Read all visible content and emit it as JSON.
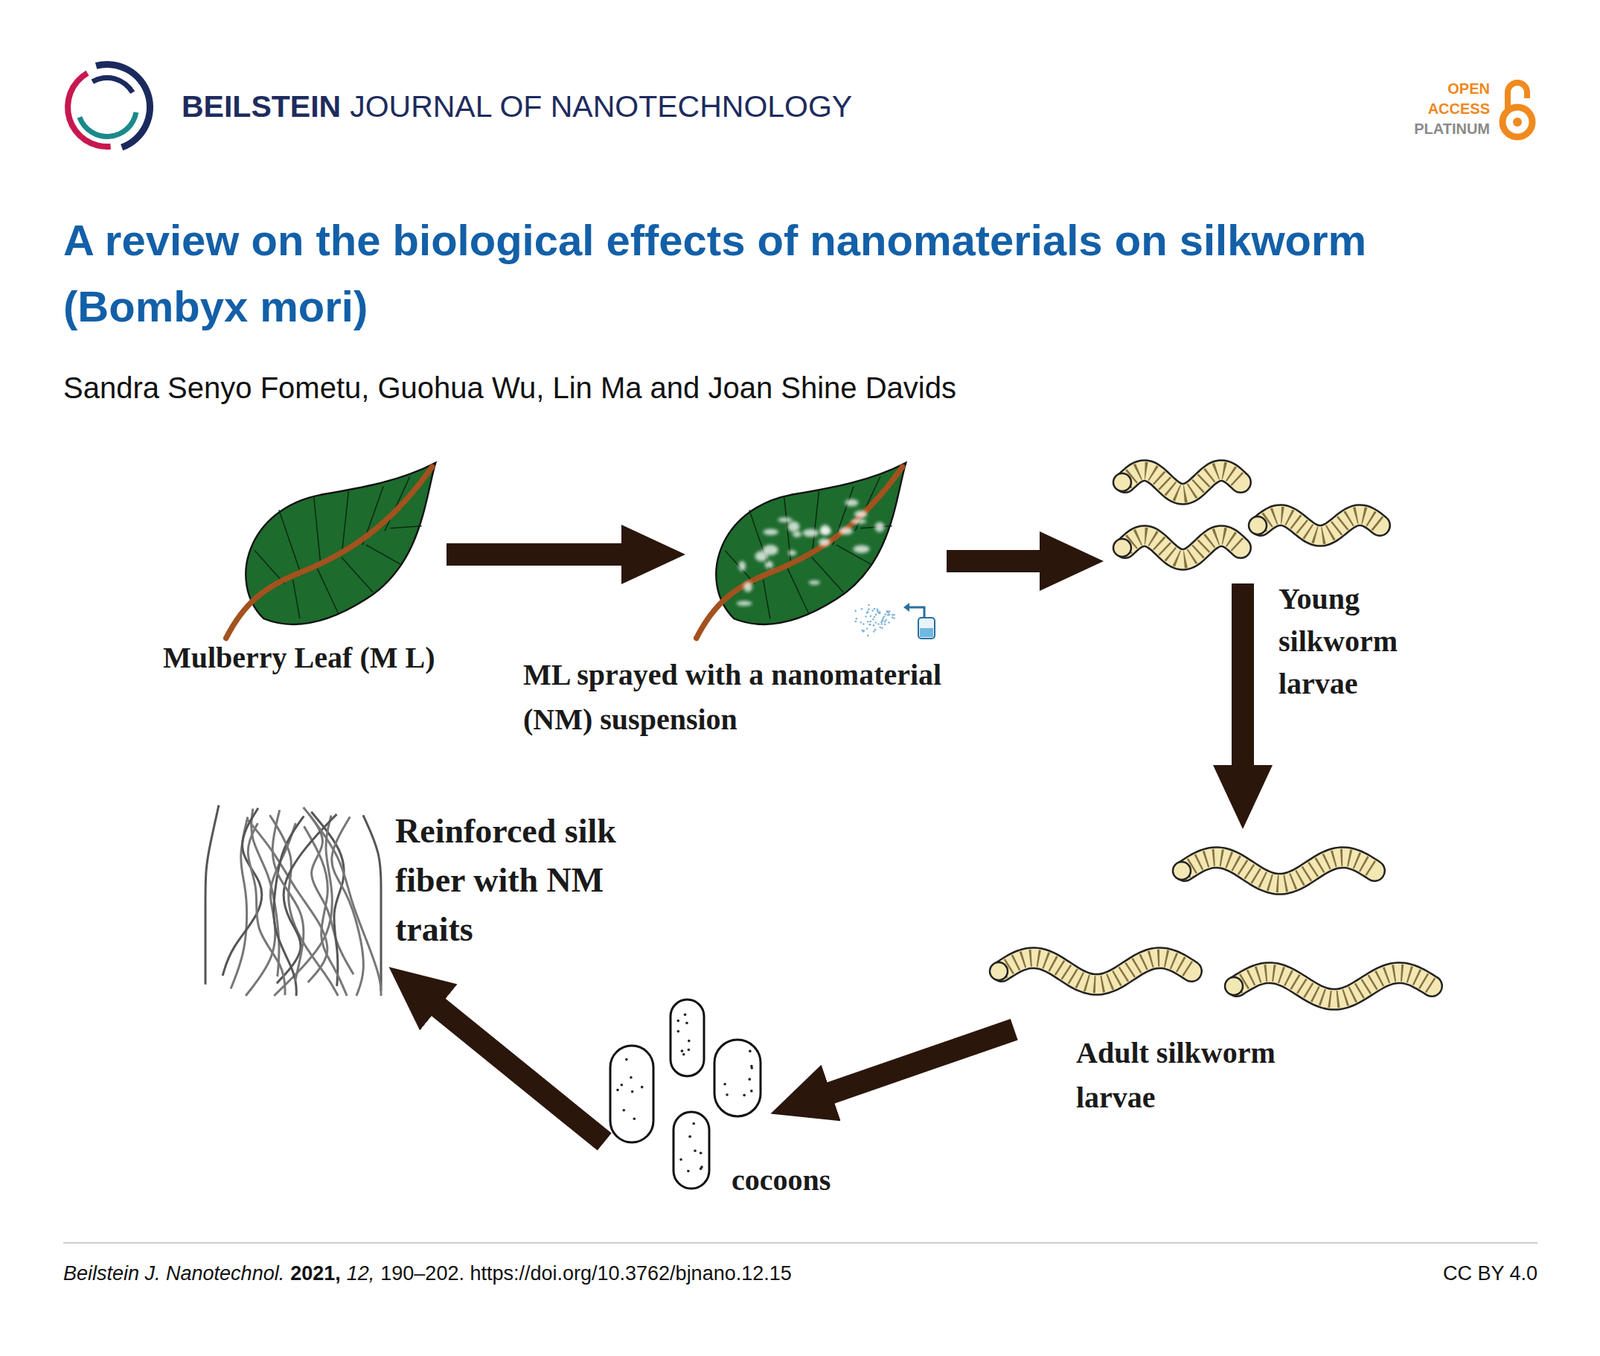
{
  "diagram": {
    "title": "A review on the biological effects of nanomaterials on silkworm (Bombyx mori)",
    "nodes": [
      {
        "text": [
          "Mulberry Leaf (M L)"
        ]
      },
      {
        "text": [
          "ML sprayed with a nanomaterial (NM) suspension"
        ]
      },
      {
        "text": [
          "Young silkworm larvae"
        ]
      },
      {
        "text": [
          "Adult silkworm larvae"
        ]
      },
      {
        "text": [
          "cocoons"
        ]
      },
      {
        "text": [
          "Reinforced silk fiber with NM traits"
        ]
      }
    ],
    "edges": [
      {
        "from": 0,
        "to": 1,
        "arrow": "to"
      },
      {
        "from": 1,
        "to": 2,
        "arrow": "to"
      },
      {
        "from": 2,
        "to": 3,
        "arrow": "to"
      },
      {
        "from": 3,
        "to": 4,
        "arrow": "to"
      },
      {
        "from": 4,
        "to": 5,
        "arrow": "to"
      }
    ],
    "labels": [
      "BEILSTEIN",
      "JOURNAL OF NANOTECHNOLOGY",
      "OPEN",
      "ACCESS",
      "PLATINUM",
      "Sandra Senyo Fometu, Guohua Wu, Lin Ma and Joan Shine Davids",
      "Beilstein J. Nanotechnol.",
      "2021,",
      "12,",
      "190–202. https://doi.org/10.3762/bjnano.12.15",
      "CC BY 4.0"
    ]
  }
}
